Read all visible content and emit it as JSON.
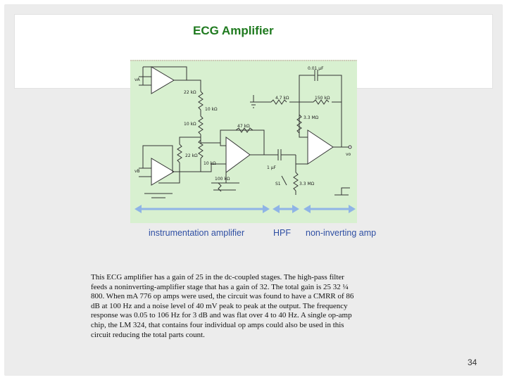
{
  "slide": {
    "title": "ECG Amplifier",
    "page_number": "34"
  },
  "circuit": {
    "labels": {
      "c_top": "0.01 μF",
      "r1": "22 kΩ",
      "r2": "10 kΩ",
      "r3": "10 kΩ",
      "r4": "22 kΩ",
      "r5": "10 kΩ",
      "r6": "47 kΩ",
      "r7": "4.7 kΩ",
      "r8": "150 kΩ",
      "r9": "3.3 MΩ",
      "r10": "3.3 MΩ",
      "pot": "100 kΩ",
      "c_hpf": "1 μF",
      "vin_a": "vA",
      "vin_b": "vB",
      "vout": "vo",
      "switch": "S1"
    }
  },
  "segments": {
    "instrumentation": "instrumentation amplifier",
    "hpf": "HPF",
    "noninverting": "non-inverting amp"
  },
  "description": "This ECG amplifier has a gain of 25 in the dc-coupled stages. The high-pass filter feeds a noninverting-amplifier stage that has a gain of 32. The total gain is 25  32 ¼ 800. When mA 776 op amps were used, the circuit was found to have a CMRR of 86 dB at 100 Hz and a noise level of 40 mV peak to peak at the output. The frequency response was 0.05 to 106 Hz for 3 dB and was flat over 4 to 40 Hz. A single op-amp chip, the LM 324, that contains four individual op amps could also be used in this circuit reducing the total parts count.",
  "colors": {
    "title": "#1f7a1f",
    "diagram_bg": "#d8f0d0",
    "arrow": "#8fb4e6",
    "segment_text": "#2f4fa3"
  }
}
